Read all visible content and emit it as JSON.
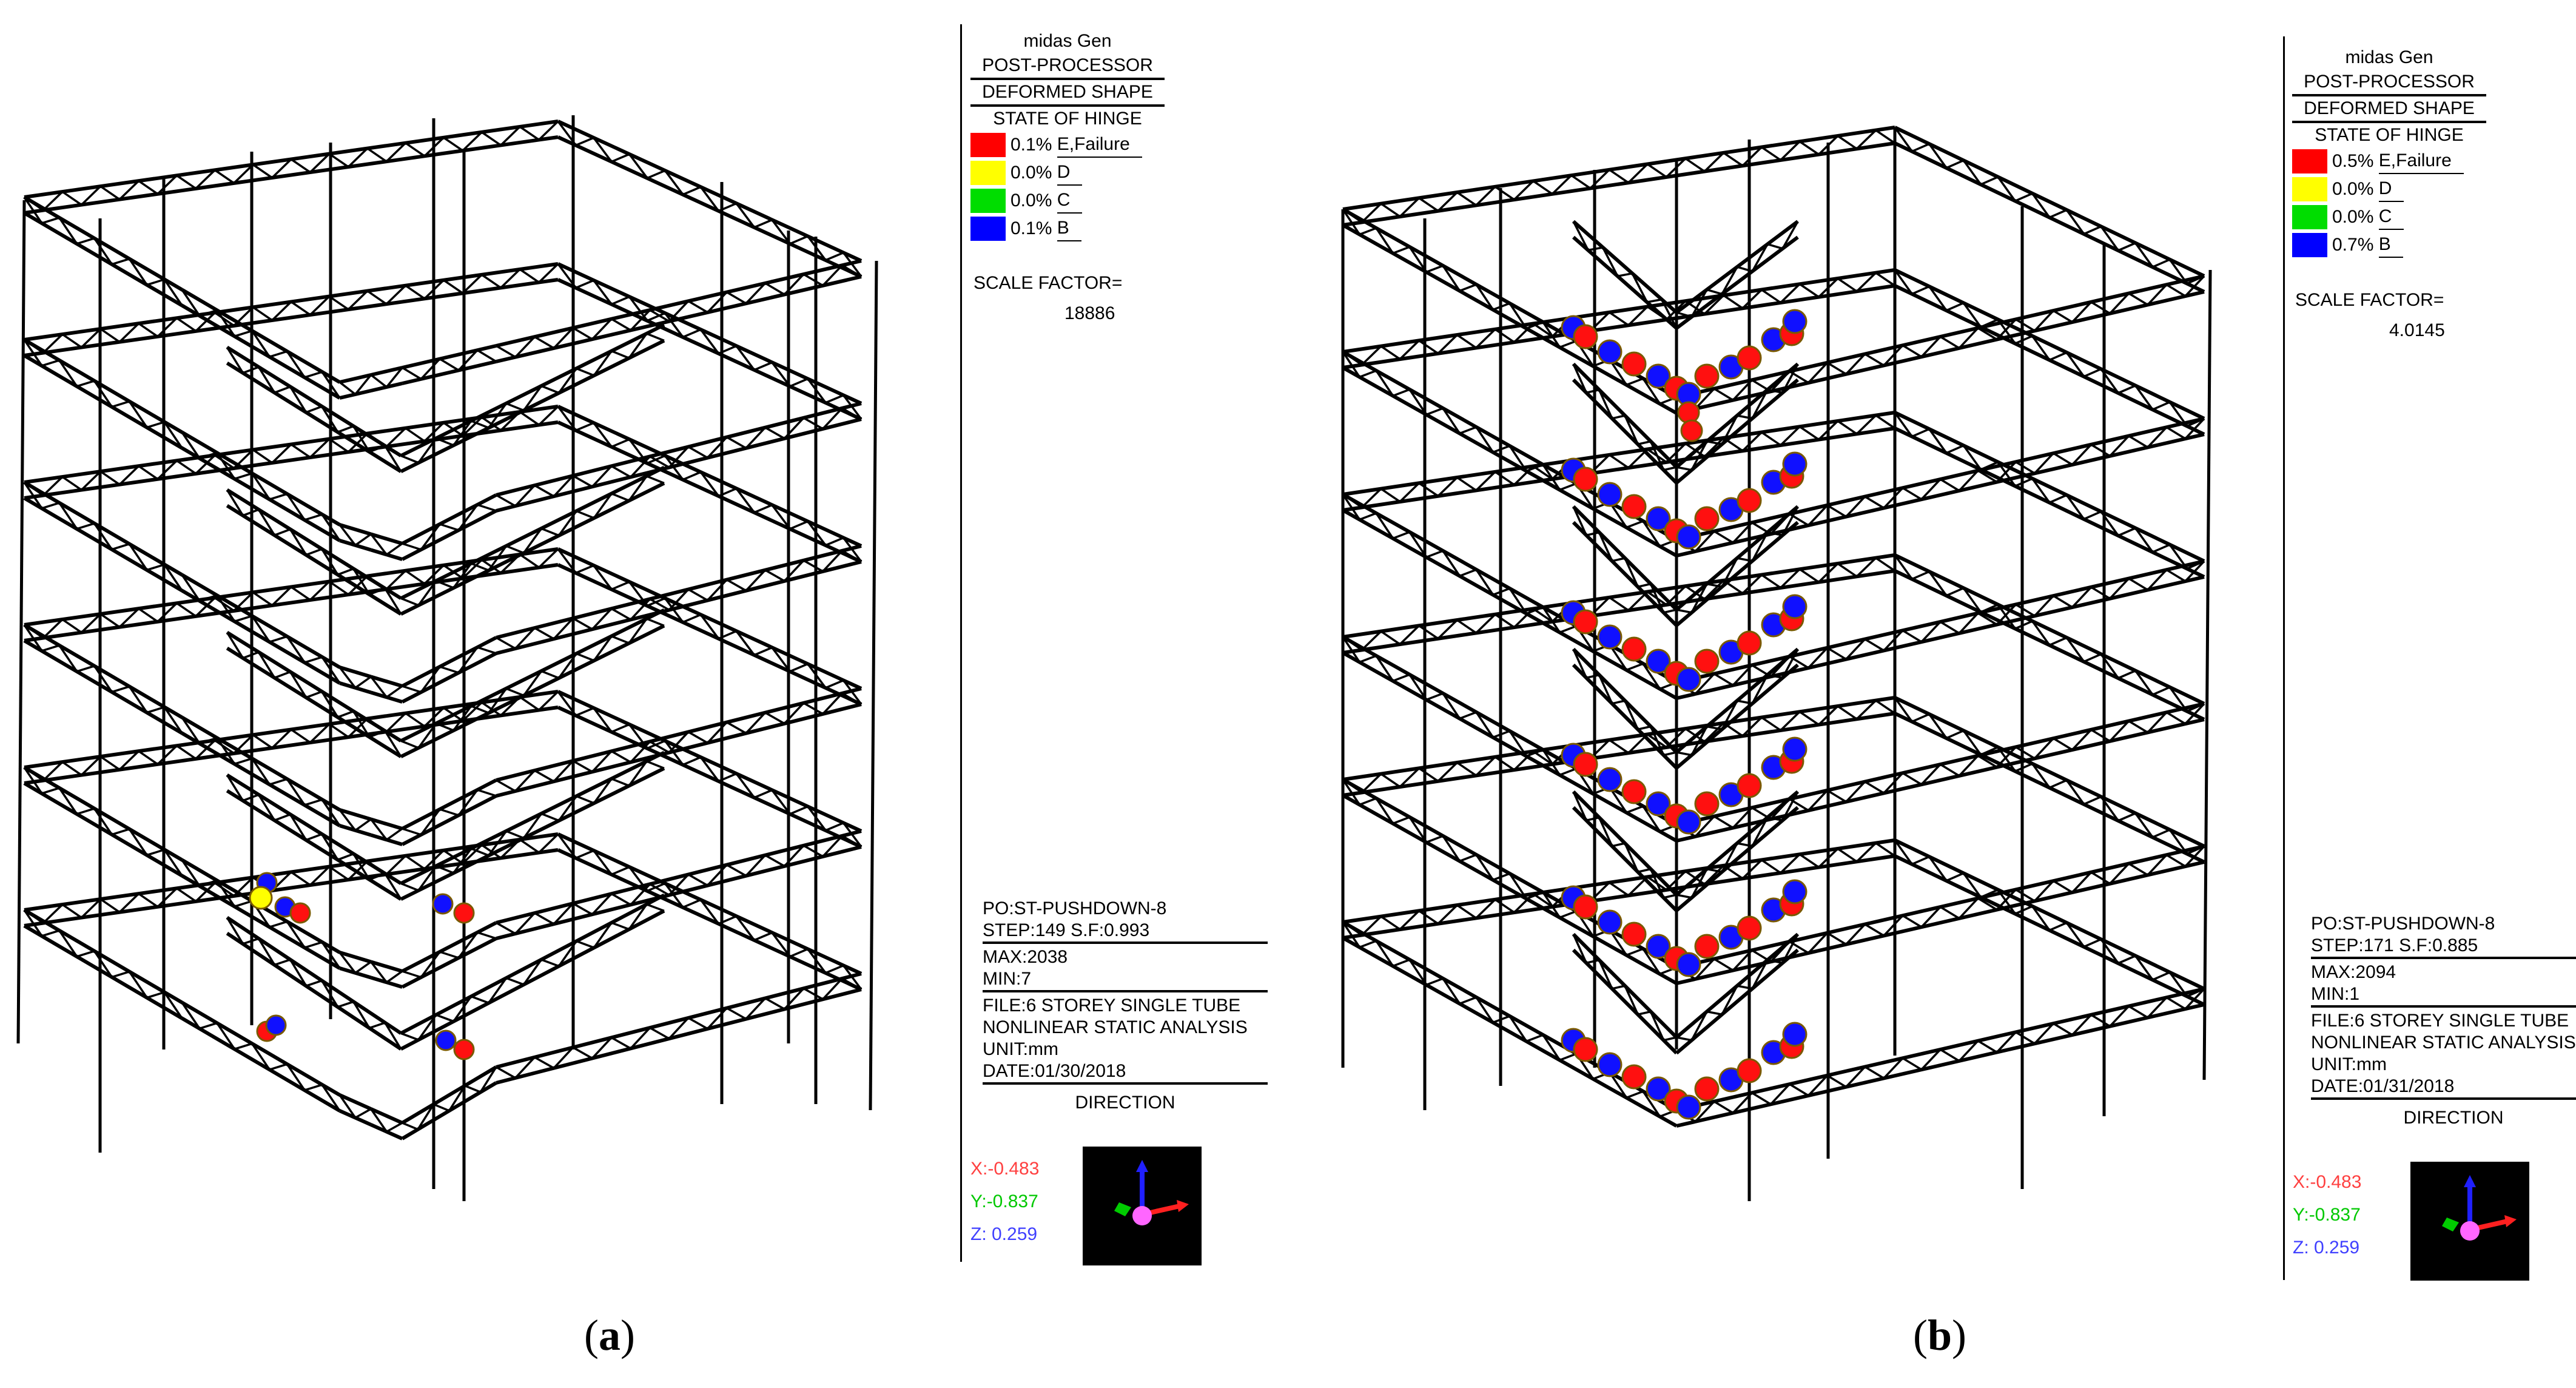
{
  "panels": [
    {
      "id": "a",
      "legend": {
        "app": "midas Gen",
        "line1": "POST-PROCESSOR",
        "line2": "DEFORMED SHAPE",
        "line3": "STATE OF HINGE",
        "hinges": [
          {
            "pct": "0.1%",
            "label": "E,Failure",
            "color": "#ff0000"
          },
          {
            "pct": "0.0%",
            "label": "D",
            "color": "#ffff00"
          },
          {
            "pct": "0.0%",
            "label": "C",
            "color": "#00dd00"
          },
          {
            "pct": "0.1%",
            "label": "B",
            "color": "#0000ff"
          }
        ],
        "scale_label": "SCALE FACTOR=",
        "scale_value": "18886"
      },
      "info": {
        "po": "PO:ST-PUSHDOWN-8",
        "step": "STEP:149   S.F:0.993",
        "max": "MAX:2038",
        "min": "MIN:7",
        "file": "FILE:6 STOREY SINGLE TUBE",
        "analysis": "NONLINEAR STATIC ANALYSIS",
        "unit": "UNIT:mm",
        "date": "DATE:01/30/2018",
        "direction": "DIRECTION"
      },
      "direction": {
        "x": "X:-0.483",
        "y": "Y:-0.837",
        "z": "Z: 0.259"
      },
      "caption": {
        "open": "(",
        "letter": "a",
        "close": ")"
      }
    },
    {
      "id": "b",
      "legend": {
        "app": "midas Gen",
        "line1": "POST-PROCESSOR",
        "line2": "DEFORMED SHAPE",
        "line3": "STATE OF HINGE",
        "hinges": [
          {
            "pct": "0.5%",
            "label": "E,Failure",
            "color": "#ff0000"
          },
          {
            "pct": "0.0%",
            "label": "D",
            "color": "#ffff00"
          },
          {
            "pct": "0.0%",
            "label": "C",
            "color": "#00dd00"
          },
          {
            "pct": "0.7%",
            "label": "B",
            "color": "#0000ff"
          }
        ],
        "scale_label": "SCALE FACTOR=",
        "scale_value": "4.0145"
      },
      "info": {
        "po": "PO:ST-PUSHDOWN-8",
        "step": "STEP:171   S.F:0.885",
        "max": "MAX:2094",
        "min": "MIN:1",
        "file": "FILE:6 STOREY SINGLE TUBE",
        "analysis": "NONLINEAR STATIC ANALYSIS",
        "unit": "UNIT:mm",
        "date": "DATE:01/31/2018",
        "direction": "DIRECTION"
      },
      "direction": {
        "x": "X:-0.483",
        "y": "Y:-0.837",
        "z": "Z: 0.259"
      },
      "caption": {
        "open": "(",
        "letter": "b",
        "close": ")"
      }
    }
  ],
  "axis_colors": {
    "x": "#ff2020",
    "y": "#00cc00",
    "z": "#2020ff",
    "origin": "#ff66ff"
  }
}
